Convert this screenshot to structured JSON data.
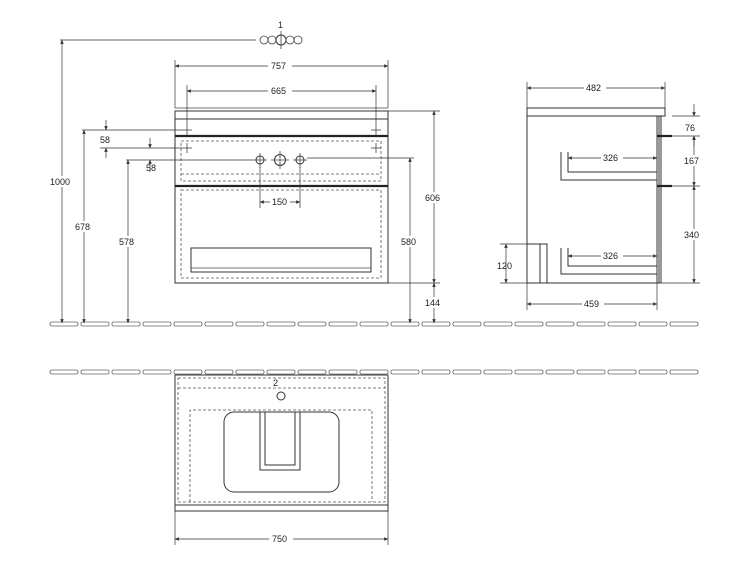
{
  "callouts": {
    "c1": "1",
    "c2": "2"
  },
  "front_view": {
    "width_757": "757",
    "width_665": "665",
    "spacing_150": "150",
    "height_1000": "1000",
    "height_678": "678",
    "height_578": "578",
    "height_58_a": "58",
    "height_58_b": "58",
    "height_606": "606",
    "height_580": "580",
    "height_144": "144"
  },
  "side_view": {
    "depth_482": "482",
    "depth_459": "459",
    "drawer_326_top": "326",
    "drawer_326_bottom": "326",
    "height_76": "76",
    "height_167": "167",
    "height_340": "340",
    "height_120": "120"
  },
  "top_view": {
    "width_750": "750"
  },
  "colors": {
    "line": "#333333",
    "background": "#ffffff"
  }
}
